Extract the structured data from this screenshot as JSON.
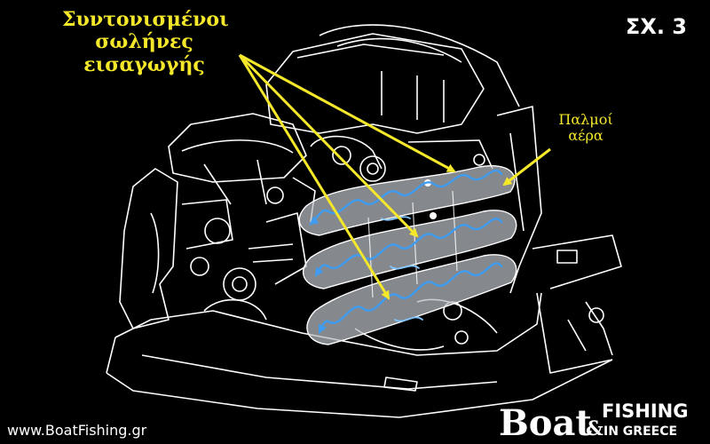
{
  "labels": {
    "intake_pipes": [
      "Συντονισμένοι",
      "σωλήνες",
      "εισαγωγής"
    ],
    "air_pulses": [
      "Παλμοί",
      "αέρα"
    ],
    "figure_number": "ΣΧ. 3"
  },
  "footer": {
    "website": "www.BoatFishing.gr",
    "logo_text_left": "Boat",
    "logo_text_top": "FISHING",
    "logo_text_bottom": "IN GREECE",
    "logo_ampersand": "&"
  },
  "colors": {
    "background": "#000000",
    "label_text": "#f5e82b",
    "arrow": "#f5e82b",
    "line_art": "#ffffff",
    "air_flow": "#2f8fe8",
    "intake_pipe_fill": "#b8bcc4"
  }
}
